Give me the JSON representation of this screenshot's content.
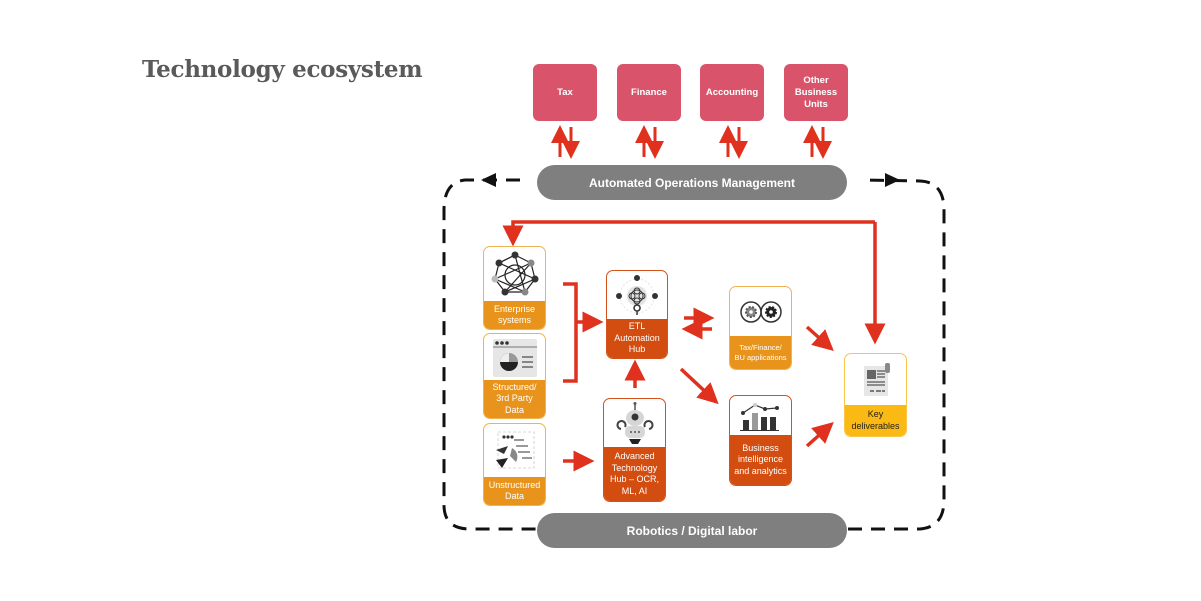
{
  "title": "Technology ecosystem",
  "business_units": [
    {
      "label": "Tax"
    },
    {
      "label": "Finance"
    },
    {
      "label": "Accounting"
    },
    {
      "label": "Other Business Units"
    }
  ],
  "bands": {
    "top": "Automated Operations Management",
    "bottom": "Robotics / Digital labor"
  },
  "sources": [
    {
      "label": "Enterprise systems",
      "icon": "network-icon"
    },
    {
      "label": "Structured/ 3rd Party Data",
      "icon": "dashboard-icon"
    },
    {
      "label": "Unstructured Data",
      "icon": "scattered-document-icon"
    }
  ],
  "hubs": {
    "etl": {
      "label": "ETL Automation Hub",
      "icon": "automation-hub-icon"
    },
    "advanced": {
      "label": "Advanced Technology Hub – OCR, ML, AI",
      "icon": "robot-icon"
    }
  },
  "outputs": [
    {
      "label": "Tax/Finance/ BU applications",
      "icon": "gears-infinity-icon"
    },
    {
      "label": "Business intelligence and analytics",
      "icon": "bar-line-chart-icon"
    }
  ],
  "deliverables": {
    "label": "Key deliverables",
    "icon": "document-icon"
  },
  "colors": {
    "unit": "#d9546b",
    "band": "#7f7f7f",
    "arrow": "#e0301e",
    "source": "#e8941c",
    "hub": "#d24d0f",
    "deliverable": "#fbb913"
  }
}
